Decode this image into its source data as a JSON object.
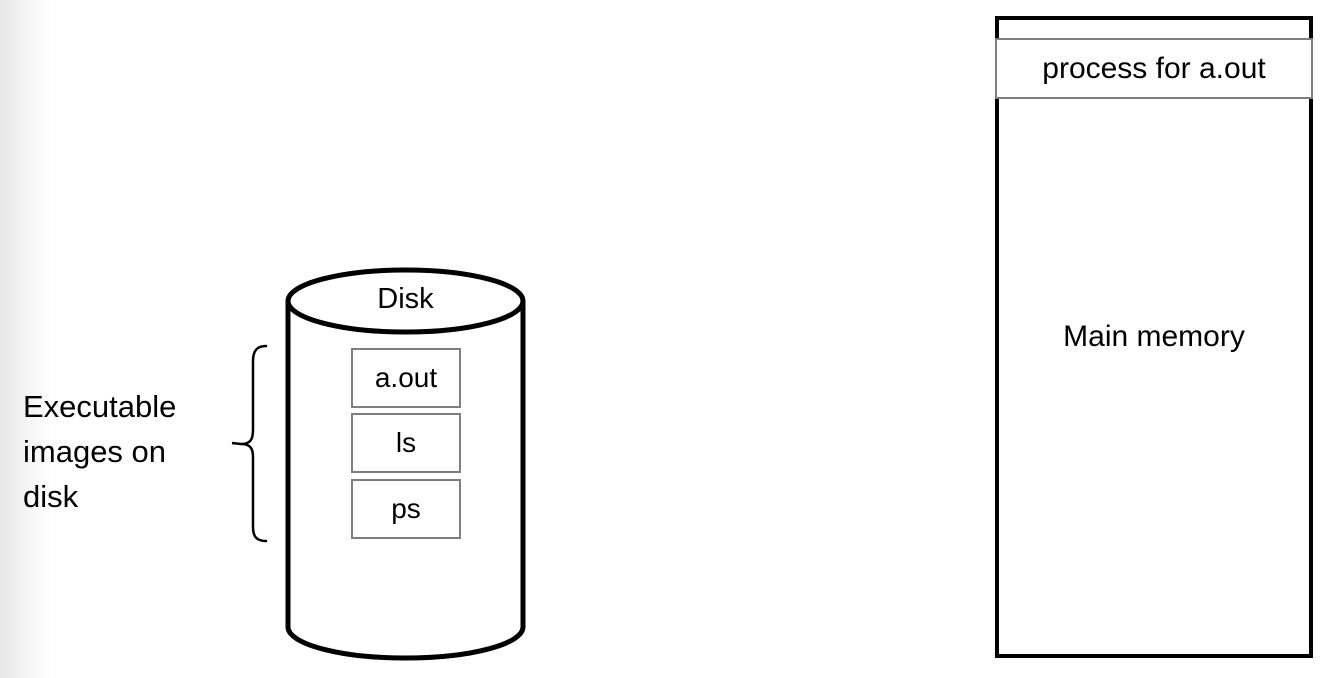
{
  "colors": {
    "background": "#ffffff",
    "shape_stroke": "#000000",
    "file_box_border": "#7f7f7f",
    "process_box_border": "#7f7f7f",
    "memory_box_border": "#000000",
    "text": "#000000",
    "left_edge_shade": "#e7e7e7"
  },
  "disk": {
    "title": "Disk",
    "files": [
      "a.out",
      "ls",
      "ps"
    ],
    "brace_label": "Executable\nimages on\ndisk"
  },
  "memory": {
    "process_label": "process for a.out",
    "title": "Main memory"
  }
}
